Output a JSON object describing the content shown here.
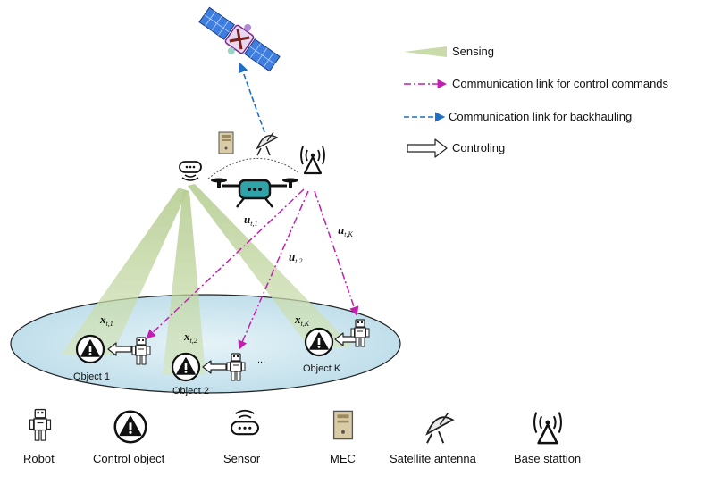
{
  "colors": {
    "sensing": "#c8dba8",
    "control_link": "#c21fb2",
    "backhaul_link": "#1f6fc4",
    "ground": "#cfe6ef",
    "drone_body": "#2fa3a8"
  },
  "legend": {
    "sensing": "Sensing",
    "control_link": "Communication link for control commands",
    "backhaul_link": "Communication link for backhauling",
    "controlling": "Controling"
  },
  "objects": {
    "object1": "Object 1",
    "object2": "Object 2",
    "objectK": "Object K",
    "ellipsis": "..."
  },
  "math": {
    "u": "u",
    "x": "x",
    "u_t1_sub": "t,1",
    "u_t2_sub": "t,2",
    "u_tK_sub": "t,K",
    "x_t1_sub": "t,1",
    "x_t2_sub": "t,2",
    "x_tK_sub": "t,K"
  },
  "bottom_legend": {
    "robot": "Robot",
    "control_object": "Control object",
    "sensor": "Sensor",
    "mec": "MEC",
    "satellite_antenna": "Satellite antenna",
    "base_station": "Base stattion"
  },
  "icons": [
    "satellite-icon",
    "satellite-antenna-icon",
    "mec-server-icon",
    "sensor-icon",
    "base-station-icon",
    "drone-icon",
    "robot-icon",
    "warning-icon"
  ]
}
